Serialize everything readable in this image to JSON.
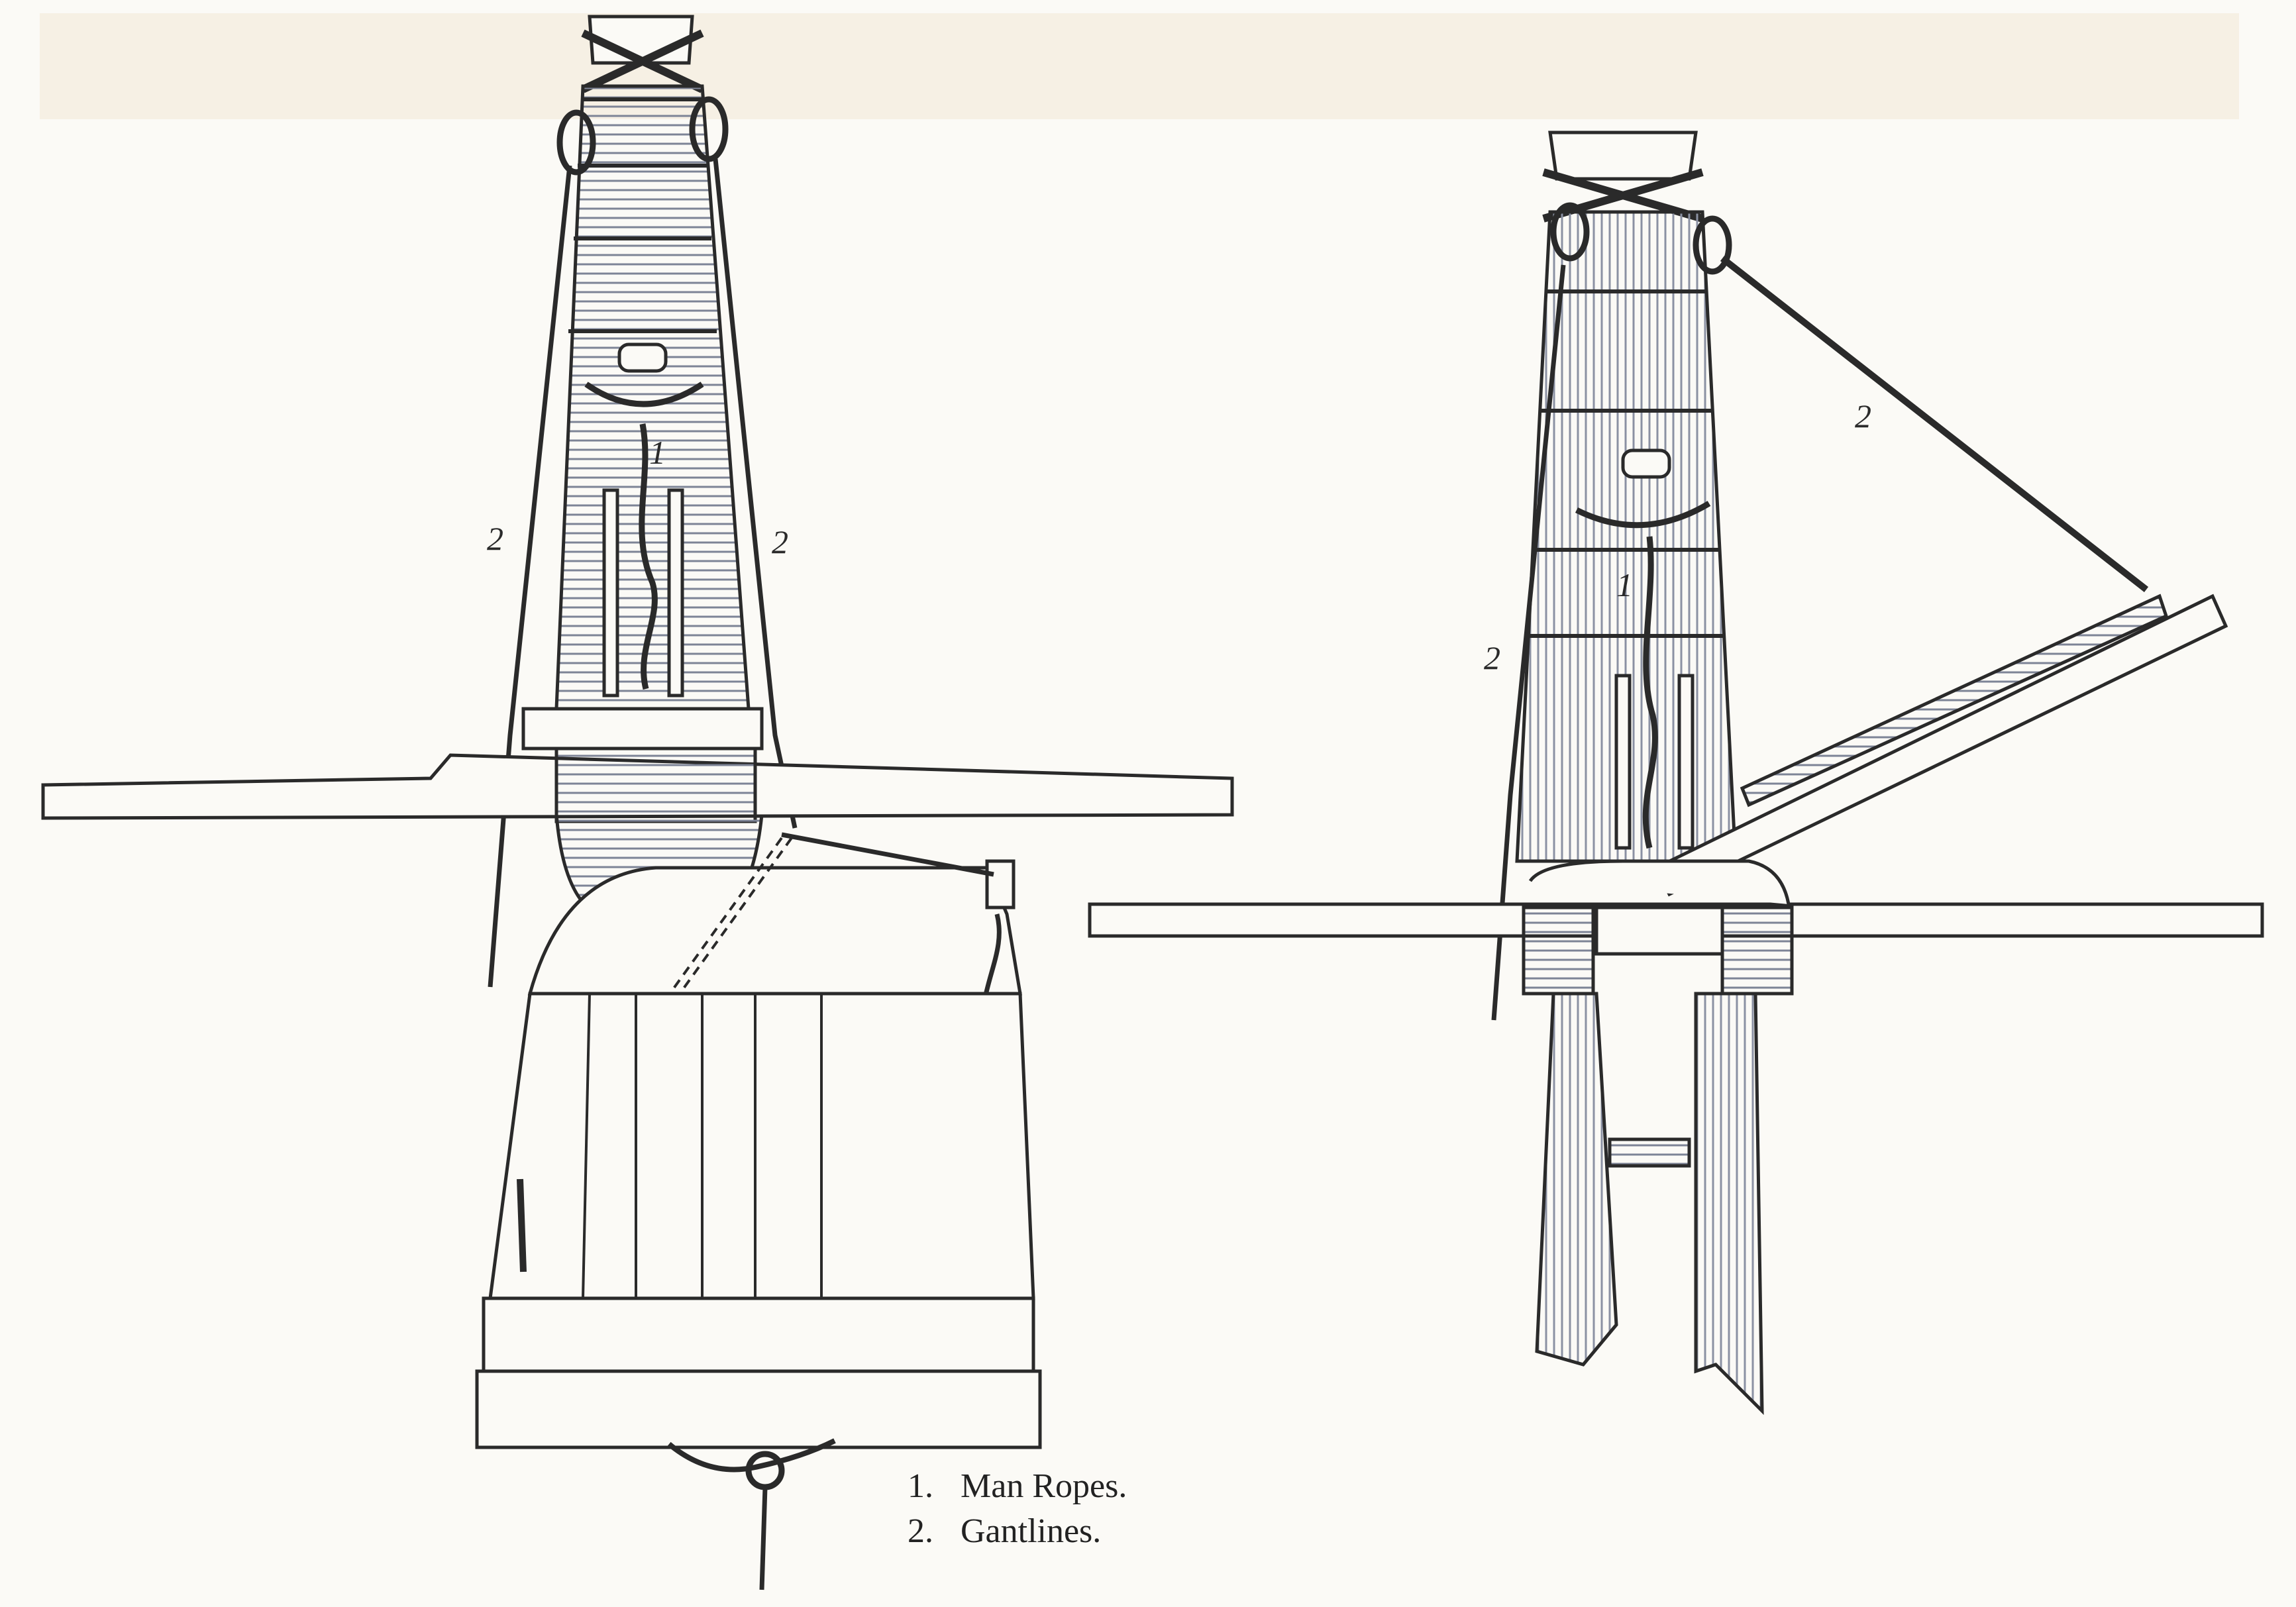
{
  "figure": {
    "left_view": {
      "label_rope": "1",
      "label_gantline_left": "2",
      "label_gantline_right": "2"
    },
    "right_view": {
      "label_rope": "1",
      "label_gantline_left": "2",
      "label_gantline_right": "2"
    }
  },
  "legend": {
    "items": [
      {
        "number": "1.",
        "text": "Man Ropes."
      },
      {
        "number": "2.",
        "text": "Gantlines."
      }
    ]
  },
  "colors": {
    "ink": "#2a2a2a",
    "paper": "#fbfaf6",
    "shade": "#9aa0b0"
  }
}
